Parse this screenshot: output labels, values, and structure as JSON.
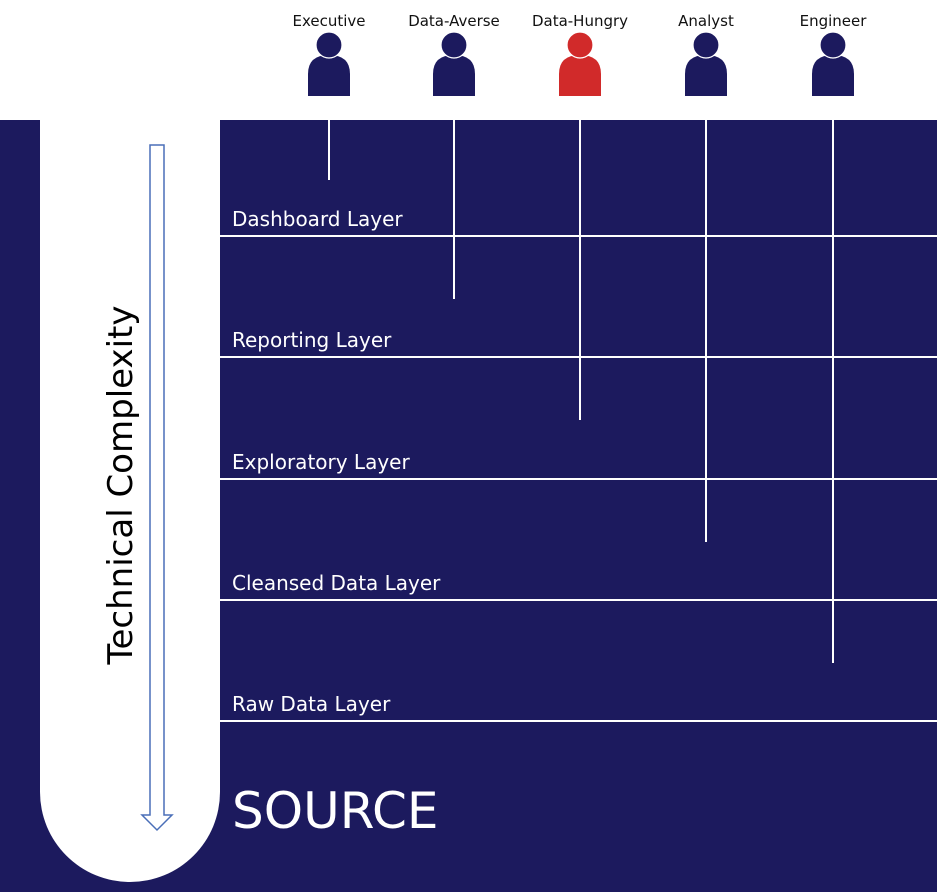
{
  "colors": {
    "background_dark": "#1c1a5e",
    "persona_default": "#1c1a5e",
    "persona_highlight": "#d12a2a",
    "lines": "#ffffff",
    "arrow_outline": "#4a6fb8",
    "panel": "#ffffff"
  },
  "personas": [
    {
      "label": "Executive",
      "icon": "person-icon",
      "highlighted": false,
      "reaches_layer": 0
    },
    {
      "label": "Data-Averse",
      "icon": "person-icon",
      "highlighted": false,
      "reaches_layer": 1
    },
    {
      "label": "Data-Hungry",
      "icon": "person-icon",
      "highlighted": true,
      "reaches_layer": 2
    },
    {
      "label": "Analyst",
      "icon": "person-icon",
      "highlighted": false,
      "reaches_layer": 3
    },
    {
      "label": "Engineer",
      "icon": "person-icon",
      "highlighted": false,
      "reaches_layer": 4
    }
  ],
  "layers": [
    {
      "label": "Dashboard Layer"
    },
    {
      "label": "Reporting Layer"
    },
    {
      "label": "Exploratory Layer"
    },
    {
      "label": "Cleansed Data Layer"
    },
    {
      "label": "Raw Data Layer"
    }
  ],
  "source_label": "SOURCE",
  "axis": {
    "label": "Technical Complexity",
    "direction": "down",
    "icon": "arrow-down-icon"
  }
}
